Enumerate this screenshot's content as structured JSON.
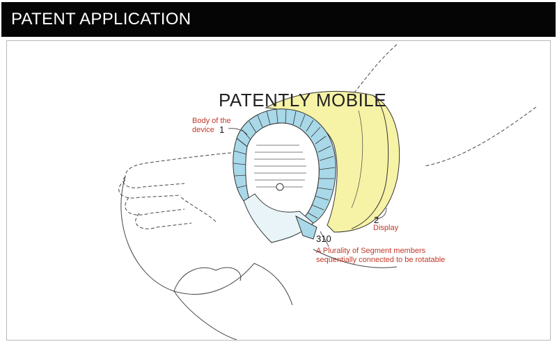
{
  "header": {
    "title": "PATENT APPLICATION"
  },
  "watermark": "PATENTLY MOBILE",
  "labels": {
    "body_line1": "Body of the",
    "body_line2": "device",
    "ref_1": "1",
    "ref_2": "2",
    "display": "Display",
    "ref_310": "310",
    "segments_line1": "A Plurality of Segment members",
    "segments_line2": "sequentially connected to be rotatable"
  },
  "colors": {
    "header_bg": "#050505",
    "display_fill": "#f6f3a6",
    "segment_fill": "#a9d8e8",
    "annotation_red": "#c0392b"
  }
}
